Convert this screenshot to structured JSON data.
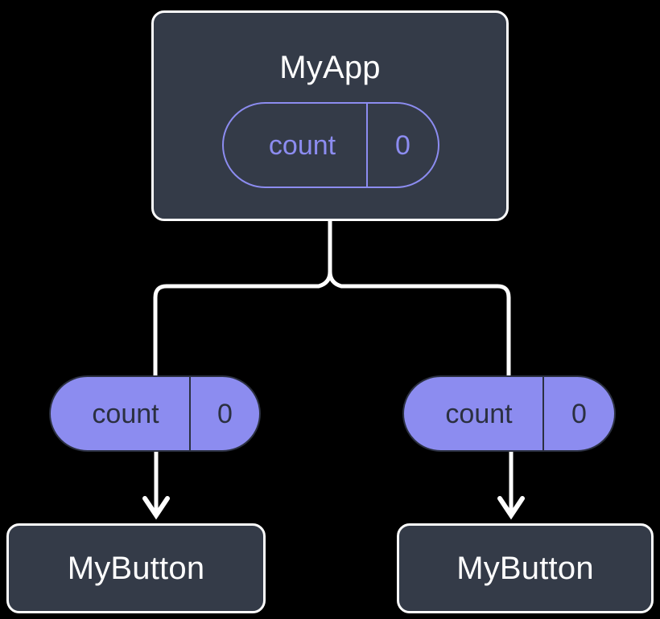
{
  "diagram": {
    "background_color": "#000000",
    "line_color": "#ffffff",
    "box_fill_color": "#343b48",
    "box_border_color": "#fdfdfd",
    "accent_color": "#8c8cf0",
    "pill_text_dark_color": "#2b3040",
    "root": {
      "title": "MyApp",
      "state": {
        "key": "count",
        "value": "0"
      }
    },
    "children": [
      {
        "state": {
          "key": "count",
          "value": "0"
        },
        "title": "MyButton"
      },
      {
        "state": {
          "key": "count",
          "value": "0"
        },
        "title": "MyButton"
      }
    ]
  }
}
